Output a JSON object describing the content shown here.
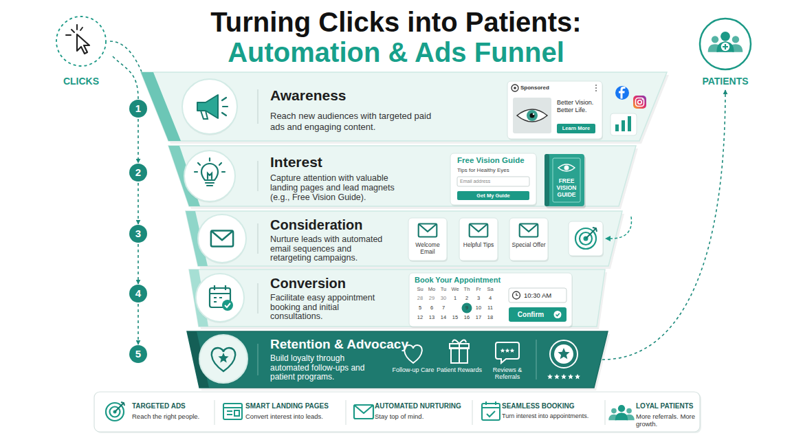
{
  "diagram": {
    "title": "Turning Clicks into Patients:",
    "nodes": [
      {
        "text": [
          "CLICKS"
        ]
      },
      {
        "text": [
          "PATIENTS"
        ]
      },
      {
        "text": [
          "1"
        ]
      },
      {
        "text": [
          "2"
        ]
      },
      {
        "text": [
          "3"
        ]
      },
      {
        "text": [
          "4"
        ]
      },
      {
        "text": [
          "5"
        ]
      },
      {
        "text": [
          "Awareness",
          "Reach new audiences with targeted paid ads and engaging content."
        ]
      },
      {
        "text": [
          "Sponsored",
          "Better Vision. Better Life.",
          "Learn More"
        ],
        "in": 7
      },
      {
        "text": [
          "Interest",
          "Capture attention with valuable landing pages and lead magnets (e.g., Free Vision Guide)."
        ]
      },
      {
        "text": [
          "Free Vision Guide",
          "Tips for Healthy Eyes",
          "Email address",
          "Get My Guide"
        ],
        "in": 9
      },
      {
        "text": [
          "FREE VISION GUIDE"
        ],
        "in": 9
      },
      {
        "text": [
          "Consideration",
          "Nurture leads with automated email sequences and retargeting campaigns."
        ]
      },
      {
        "text": [
          "Welcome Email"
        ],
        "in": 12
      },
      {
        "text": [
          "Helpful Tips"
        ],
        "in": 12
      },
      {
        "text": [
          "Special Offer"
        ],
        "in": 12
      },
      {
        "text": [
          "Conversion",
          "Facilitate easy appointment booking and initial consultations."
        ]
      },
      {
        "text": [
          "Book Your Appointment"
        ],
        "in": 16
      },
      {
        "text": [
          "10:30 AM"
        ],
        "in": 17
      },
      {
        "text": [
          "Confirm"
        ],
        "in": 17
      },
      {
        "text": [
          "Retention & Advocacy",
          "Build loyalty through automated follow-ups and patient programs."
        ]
      },
      {
        "text": [
          "TARGETED ADS",
          "Reach the right people."
        ]
      },
      {
        "text": [
          "SMART LANDING PAGES",
          "Convert interest into leads."
        ]
      },
      {
        "text": [
          "AUTOMATED NURTURING",
          "Stay top of mind."
        ]
      },
      {
        "text": [
          "SEAMLESS BOOKING",
          "Turn interest into appointments."
        ]
      },
      {
        "text": [
          "LOYAL PATIENTS",
          "More referrals. More growth."
        ]
      }
    ],
    "edges": [
      {
        "from": 0,
        "to": 2,
        "arrow": "none"
      },
      {
        "from": 0,
        "to": 7,
        "arrow": "none"
      },
      {
        "from": 2,
        "to": 3,
        "arrow": "to"
      },
      {
        "from": 3,
        "to": 4,
        "arrow": "to"
      },
      {
        "from": 4,
        "to": 5,
        "arrow": "to"
      },
      {
        "from": 5,
        "to": 6,
        "arrow": "to"
      },
      {
        "from": 20,
        "to": 1,
        "arrow": "to"
      }
    ],
    "labels": [
      "Automation & Ads Funnel",
      "Su",
      "Mo",
      "Tu",
      "We",
      "Th",
      "Fr",
      "Sa",
      "28",
      "29",
      "30",
      "1",
      "2",
      "3",
      "4",
      "5",
      "6",
      "7",
      "8",
      "9",
      "10",
      "11",
      "12",
      "13",
      "14",
      "15",
      "16",
      "17",
      "18",
      "Follow-up Care",
      "Patient Rewards",
      "Reviews & Referrals"
    ]
  }
}
